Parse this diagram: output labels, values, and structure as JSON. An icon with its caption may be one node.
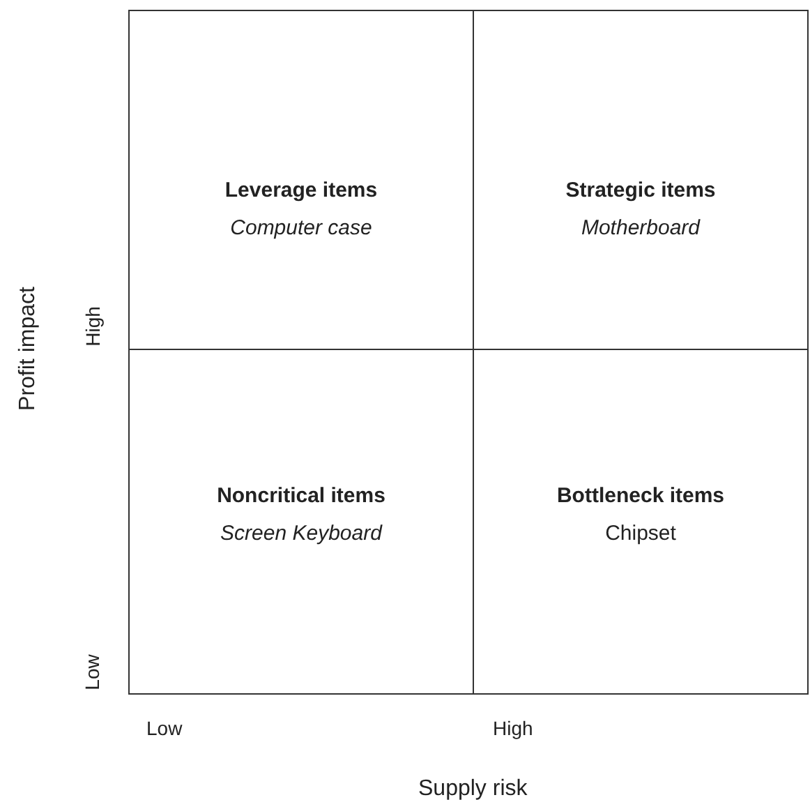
{
  "diagram": {
    "nodes": [
      {
        "text": [
          "Leverage items",
          "Computer case"
        ]
      },
      {
        "text": [
          "Strategic items",
          "Motherboard"
        ]
      },
      {
        "text": [
          "Noncritical items",
          "Screen Keyboard"
        ]
      },
      {
        "text": [
          "Bottleneck items",
          "Chipset"
        ]
      }
    ],
    "labels": [
      "Profit impact",
      "High",
      "Low",
      "Low",
      "High",
      "Supply risk"
    ]
  }
}
